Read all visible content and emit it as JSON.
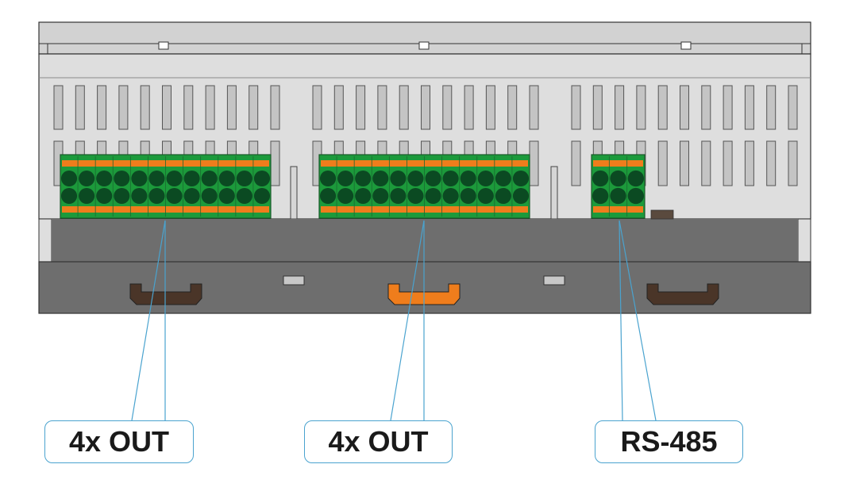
{
  "callouts": {
    "left": "4x OUT",
    "middle": "4x OUT",
    "right": "RS-485"
  },
  "colors": {
    "housing_light": "#dedede",
    "housing_top": "#d2d2d2",
    "housing_dark": "#6e6e6e",
    "vent_slot": "#c4c4c4",
    "terminal_green": "#1c9a3b",
    "terminal_hole": "#0b4a22",
    "terminal_orange": "#ef7d1c",
    "clip_brown": "#4a3528",
    "clip_orange": "#ef7d1c",
    "leader_line": "#4aa3cf"
  },
  "terminal_blocks": [
    {
      "name": "left",
      "columns": 12
    },
    {
      "name": "middle",
      "columns": 12
    },
    {
      "name": "right",
      "columns": 3
    }
  ]
}
